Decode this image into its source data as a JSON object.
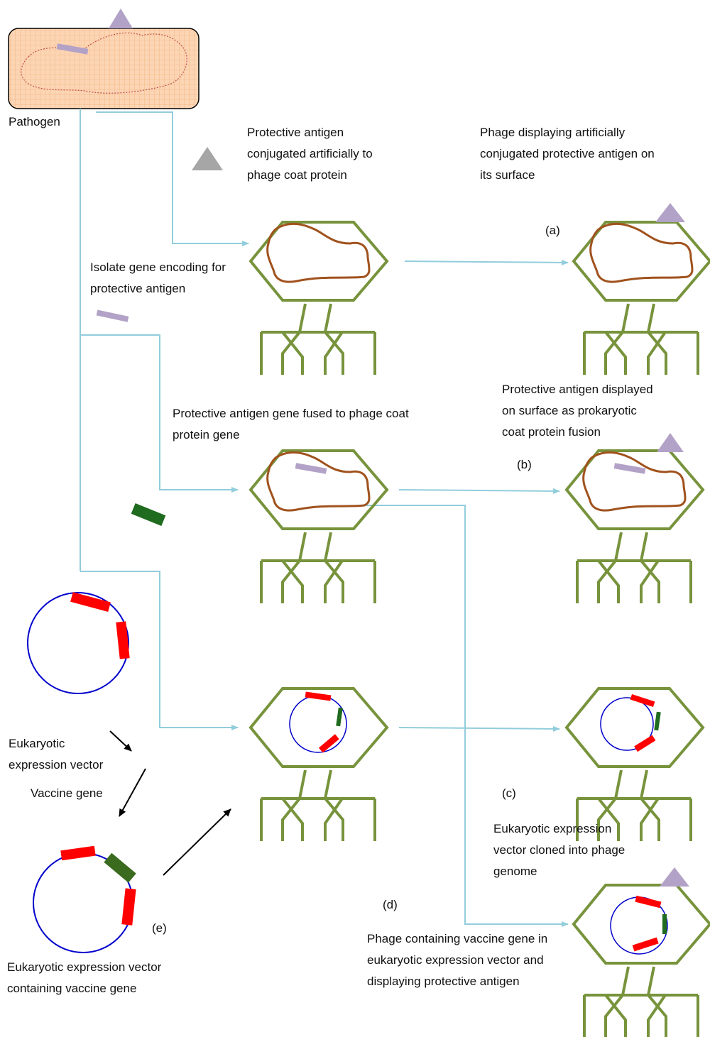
{
  "labels": {
    "pathogen": "Pathogen",
    "conjugated": [
      "Protective antigen",
      "conjugated artificially to",
      "phage coat protein"
    ],
    "phage_displaying": [
      "Phage displaying artificially",
      "conjugated protective antigen on",
      "its surface"
    ],
    "tag_a": "(a)",
    "isolate_gene": [
      "Isolate gene encoding for",
      "protective antigen"
    ],
    "gene_fused": [
      "Protective antigen gene fused to phage coat",
      "protein gene"
    ],
    "displayed_prokaryotic": [
      "Protective antigen displayed",
      "on surface as prokaryotic",
      "coat protein fusion"
    ],
    "tag_b": "(b)",
    "euk_vector": [
      "Eukaryotic",
      "expression vector"
    ],
    "vaccine_gene": "Vaccine gene",
    "tag_c": "(c)",
    "euk_cloned": [
      "Eukaryotic expression",
      "vector cloned into phage",
      "genome"
    ],
    "tag_d": "(d)",
    "tag_e": "(e)",
    "phage_containing": [
      "Phage containing vaccine gene in",
      "eukaryotic expression vector and",
      "displaying protective antigen"
    ],
    "euk_containing": [
      "Eukaryotic expression vector",
      "containing vaccine gene"
    ]
  },
  "colors": {
    "connector": "#92cddc",
    "phage": "#77933c",
    "genome": "#a0521d",
    "antigen": "#b3a2c7",
    "antigen_free": "#a6a6a6",
    "plasmid": "#0000cc",
    "plasmid_segment": "#ff0000",
    "vaccine_gene": "#1f6b1f",
    "pathogen_fill": "#fcd5b4",
    "arrow_black": "#000000"
  }
}
